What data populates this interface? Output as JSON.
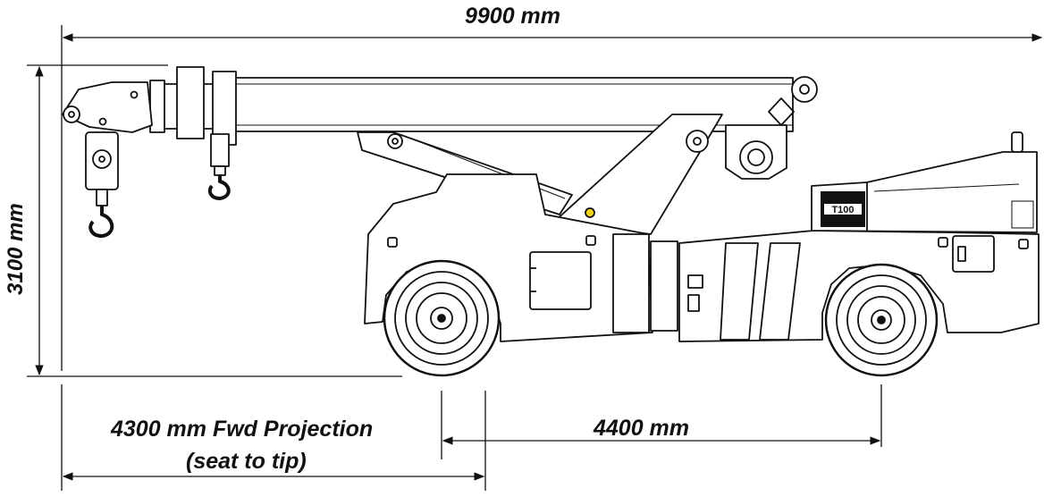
{
  "dimensions": {
    "overall_length": "9900 mm",
    "overall_height": "3100 mm",
    "wheelbase": "4400 mm",
    "forward_projection_line1": "4300 mm Fwd Projection",
    "forward_projection_line2": "(seat to tip)"
  },
  "machine": {
    "badge_text": "T100"
  },
  "colors": {
    "line": "#111111",
    "warning_light": "#f2d21b"
  }
}
